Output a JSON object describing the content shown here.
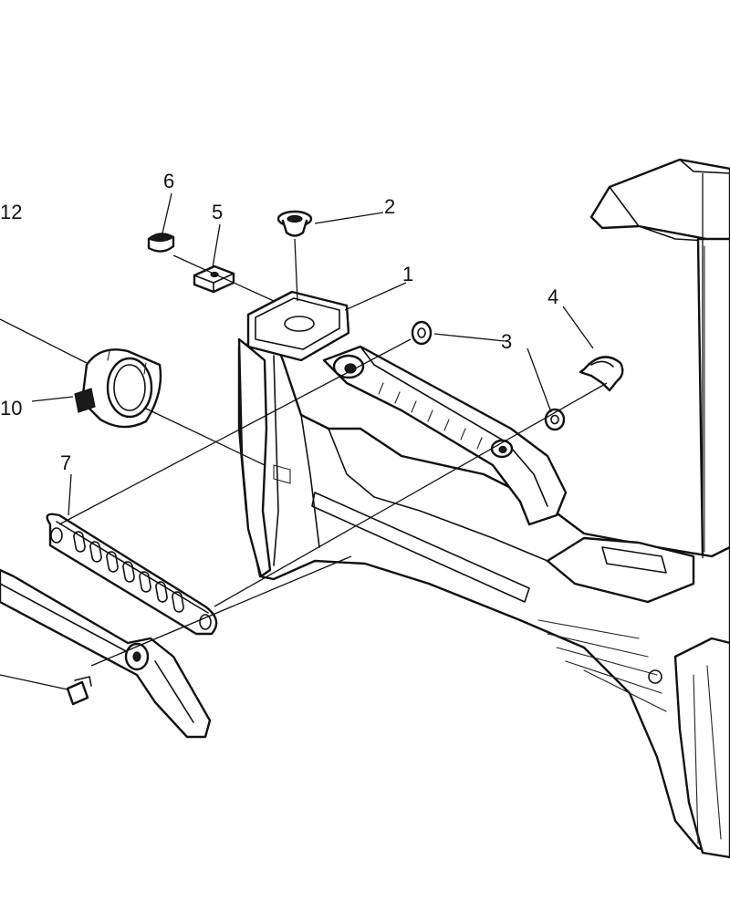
{
  "callouts": [
    "1",
    "2",
    "3",
    "4",
    "5",
    "6",
    "7",
    "10",
    "12"
  ],
  "colors": {
    "ink": "#111111",
    "paper": "#ffffff"
  }
}
